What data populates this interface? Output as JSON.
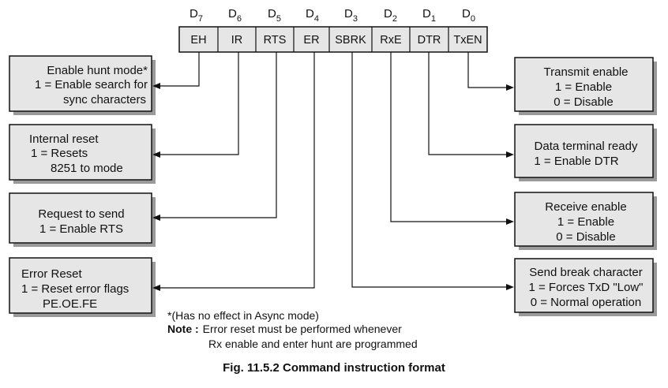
{
  "bits": [
    {
      "letter": "D",
      "sub": "7",
      "reg": "EH"
    },
    {
      "letter": "D",
      "sub": "6",
      "reg": "IR"
    },
    {
      "letter": "D",
      "sub": "5",
      "reg": "RTS"
    },
    {
      "letter": "D",
      "sub": "4",
      "reg": "ER"
    },
    {
      "letter": "D",
      "sub": "3",
      "reg": "SBRK"
    },
    {
      "letter": "D",
      "sub": "2",
      "reg": "RxE"
    },
    {
      "letter": "D",
      "sub": "1",
      "reg": "DTR"
    },
    {
      "letter": "D",
      "sub": "0",
      "reg": "TxEN"
    }
  ],
  "left_boxes": [
    {
      "lines": [
        "Enable hunt mode*",
        "1 = Enable search for",
        "sync characters"
      ]
    },
    {
      "lines": [
        "Internal reset",
        "1 = Resets",
        "8251 to mode"
      ]
    },
    {
      "lines": [
        "Request to send",
        "1 = Enable RTS"
      ]
    },
    {
      "lines": [
        "Error Reset",
        "1 = Reset error flags",
        "PE.OE.FE"
      ]
    }
  ],
  "right_boxes": [
    {
      "lines": [
        "Transmit enable",
        "1 = Enable",
        "0 = Disable"
      ]
    },
    {
      "lines": [
        "Data terminal ready",
        "1 = Enable DTR"
      ]
    },
    {
      "lines": [
        "Receive enable",
        "1 = Enable",
        "0 = Disable"
      ]
    },
    {
      "lines": [
        "Send break character",
        "1 = Forces TxD \"Low\"",
        "0 = Normal operation"
      ]
    }
  ],
  "footnote": "*(Has no effect in Async mode)",
  "note_label": "Note :",
  "note_line1": "Error reset must be performed whenever",
  "note_line2": "Rx enable and enter hunt are programmed",
  "caption": "Fig. 11.5.2 Command instruction format"
}
